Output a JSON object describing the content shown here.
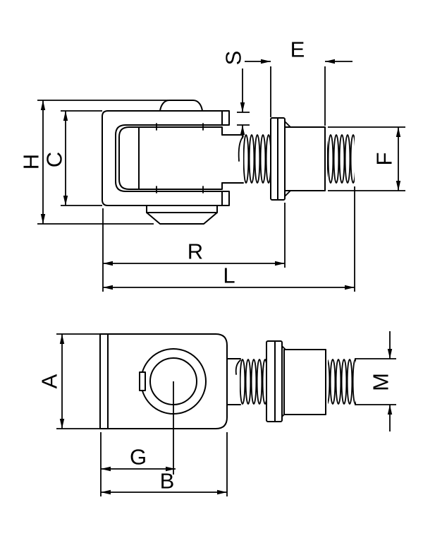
{
  "drawing": {
    "type": "technical-drawing",
    "colors": {
      "background": "#ffffff",
      "line": "#000000"
    },
    "views": {
      "side": {
        "name": "side-view-hinge-with-threaded-bolt",
        "dimensions": {
          "h": "H",
          "c": "C",
          "s": "S",
          "e": "E",
          "f": "F",
          "r": "R",
          "l": "L"
        }
      },
      "front": {
        "name": "front-view-hinge-body-and-bolt",
        "dimensions": {
          "a": "A",
          "g": "G",
          "b": "B",
          "m": "M"
        }
      }
    }
  }
}
